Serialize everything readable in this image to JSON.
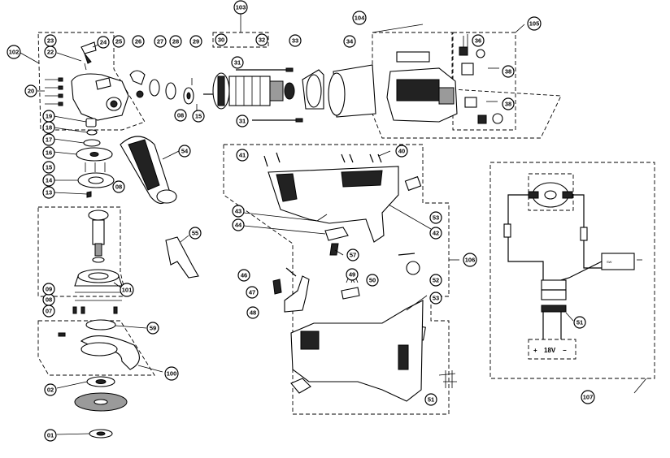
{
  "callouts": {
    "c01": "01",
    "c02": "02",
    "c07": "07",
    "c08a": "08",
    "c08b": "08",
    "c08c": "08",
    "c09": "09",
    "c13": "13",
    "c14": "14",
    "c15a": "15",
    "c15b": "15",
    "c16": "16",
    "c17": "17",
    "c18": "18",
    "c19": "19",
    "c20": "20",
    "c22": "22",
    "c23": "23",
    "c24": "24",
    "c25": "25",
    "c26": "26",
    "c27": "27",
    "c28": "28",
    "c29": "29",
    "c30": "30",
    "c31a": "31",
    "c31b": "31",
    "c32": "32",
    "c33": "33",
    "c34": "34",
    "c36": "36",
    "c38a": "38",
    "c38b": "38",
    "c40": "40",
    "c41": "41",
    "c42": "42",
    "c43": "43",
    "c44": "44",
    "c46": "46",
    "c47": "47",
    "c48": "48",
    "c49": "49",
    "c50": "50",
    "c51a": "51",
    "c51b": "51",
    "c52": "52",
    "c53a": "53",
    "c53b": "53",
    "c54": "54",
    "c55": "55",
    "c57": "57",
    "c59": "59",
    "c100": "100",
    "c101": "101",
    "c102": "102",
    "c103": "103",
    "c104": "104",
    "c105": "105",
    "c106": "106",
    "c107": "107"
  },
  "texts": {
    "battery_voltage": "18V",
    "plus_sign": "+",
    "minus_sign": "−",
    "switch_label": "SW"
  }
}
